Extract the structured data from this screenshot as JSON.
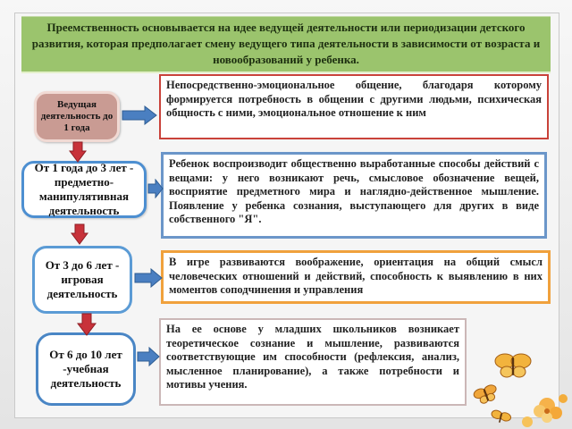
{
  "header": {
    "text": "Преемственность основывается на идее ведущей деятельности или периодизации детского развития, которая предполагает смену ведущего типа деятельности в зависимости от возраста и новообразований у ребенка."
  },
  "stages": [
    {
      "label": "Ведущая деятельность до 1 года"
    },
    {
      "label": "От 1 года до 3 лет - предметно-манипулятивная деятельность"
    },
    {
      "label": "От 3 до 6 лет - игровая деятельность"
    },
    {
      "label": "От 6 до 10 лет -учебная деятельность"
    }
  ],
  "descriptions": [
    {
      "text": "Непосредственно-эмоциональное общение, благодаря которому формируется потребность в общении с другими людьми, психическая общность с ними, эмоциональное отношение к ним"
    },
    {
      "text": "Ребенок воспроизводит общественно выработанные способы действий с вещами: у него возникают речь, смысловое обозначение вещей, восприятие предметного мира и наглядно-действенное мышление. Появление у ребенка сознания, выступающего для других в виде собственного \"Я\"."
    },
    {
      "text": "В игре развиваются воображение, ориентация на общий смысл человеческих отношений и действий, способность к выявлению в них моментов соподчинения и управления"
    },
    {
      "text": "На ее основе у младших школьников возникает теоретическое сознание и мышление, развиваются соответствующие им способности (рефлексия, анализ, мысленное планирование), а также потребности и мотивы учения."
    }
  ],
  "colors": {
    "header_bg": "#9bc46d",
    "stage1_bg": "#c99b93",
    "arrow_right": "#4a7fc1",
    "arrow_down": "#c8323a",
    "d1_border": "#c9423a",
    "d2_border": "#6b96c9",
    "d3_border": "#f0a13c",
    "d4_border": "#cbb7b7"
  },
  "icons": [
    "arrow-right-icon",
    "arrow-down-icon",
    "butterfly-icon",
    "flower-icon"
  ]
}
